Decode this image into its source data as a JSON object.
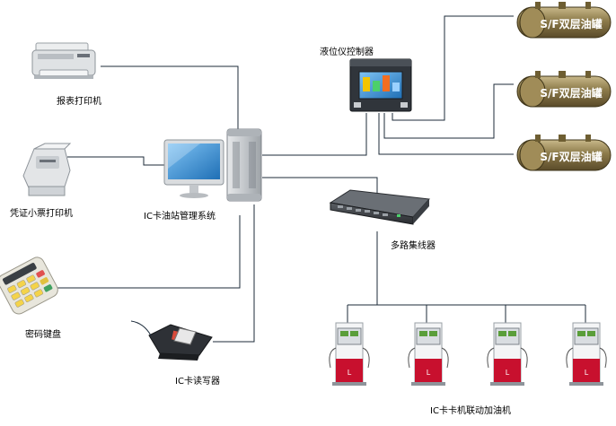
{
  "diagram": {
    "labels": {
      "report_printer": "报表打印机",
      "receipt_printer": "凭证小票打印机",
      "pin_pad": "密码键盘",
      "card_reader": "IC卡读写器",
      "management_system": "IC卡油站管理系统",
      "level_controller": "液位仪控制器",
      "hub": "多路集线器",
      "dispensers": "IC卡卡机联动加油机"
    },
    "tank_label": "S/F双层油罐",
    "dispenser_badge": "L",
    "colors": {
      "line": "#1c2b3a",
      "tank_body": "#8c7a4a",
      "tank_text": "#ffffff",
      "dispenser_red": "#c8102e",
      "monitor_screen": "#3a8fd8",
      "controller_screen": "#2f7fc0"
    },
    "counts": {
      "tanks": 3,
      "dispensers": 4
    }
  }
}
